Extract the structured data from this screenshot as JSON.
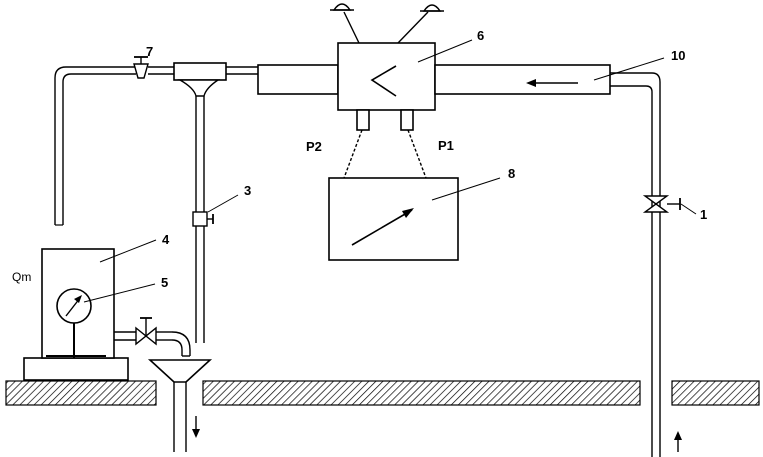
{
  "labels": {
    "n1": "1",
    "n3": "3",
    "n4": "4",
    "n5": "5",
    "n6": "6",
    "n7": "7",
    "n8": "8",
    "n10": "10",
    "p1": "P1",
    "p2": "P2",
    "qm": "Qm"
  }
}
